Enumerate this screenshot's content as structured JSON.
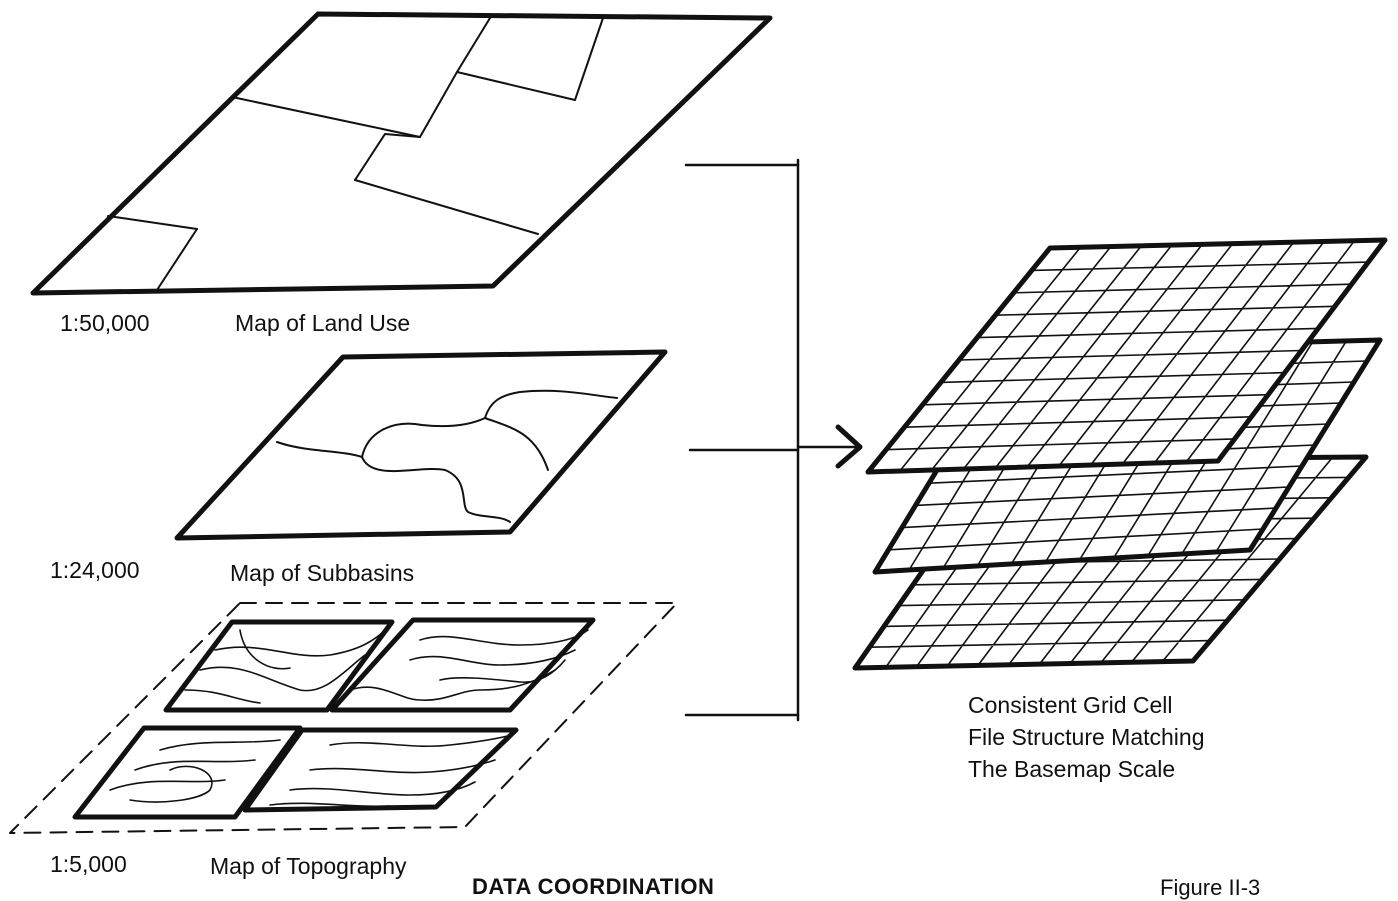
{
  "maps": {
    "land_use": {
      "scale": "1:50,000",
      "name": "Map of Land Use"
    },
    "subbasins": {
      "scale": "1:24,000",
      "name": "Map of Subbasins"
    },
    "topography": {
      "scale": "1:5,000",
      "name": "Map of Topography"
    }
  },
  "result": {
    "caption": [
      "Consistent Grid Cell",
      "File Structure Matching",
      "The Basemap Scale"
    ]
  },
  "title": "DATA COORDINATION",
  "figure_label": "Figure II-3",
  "colors": {
    "ink": "#111111",
    "background": "#ffffff"
  }
}
